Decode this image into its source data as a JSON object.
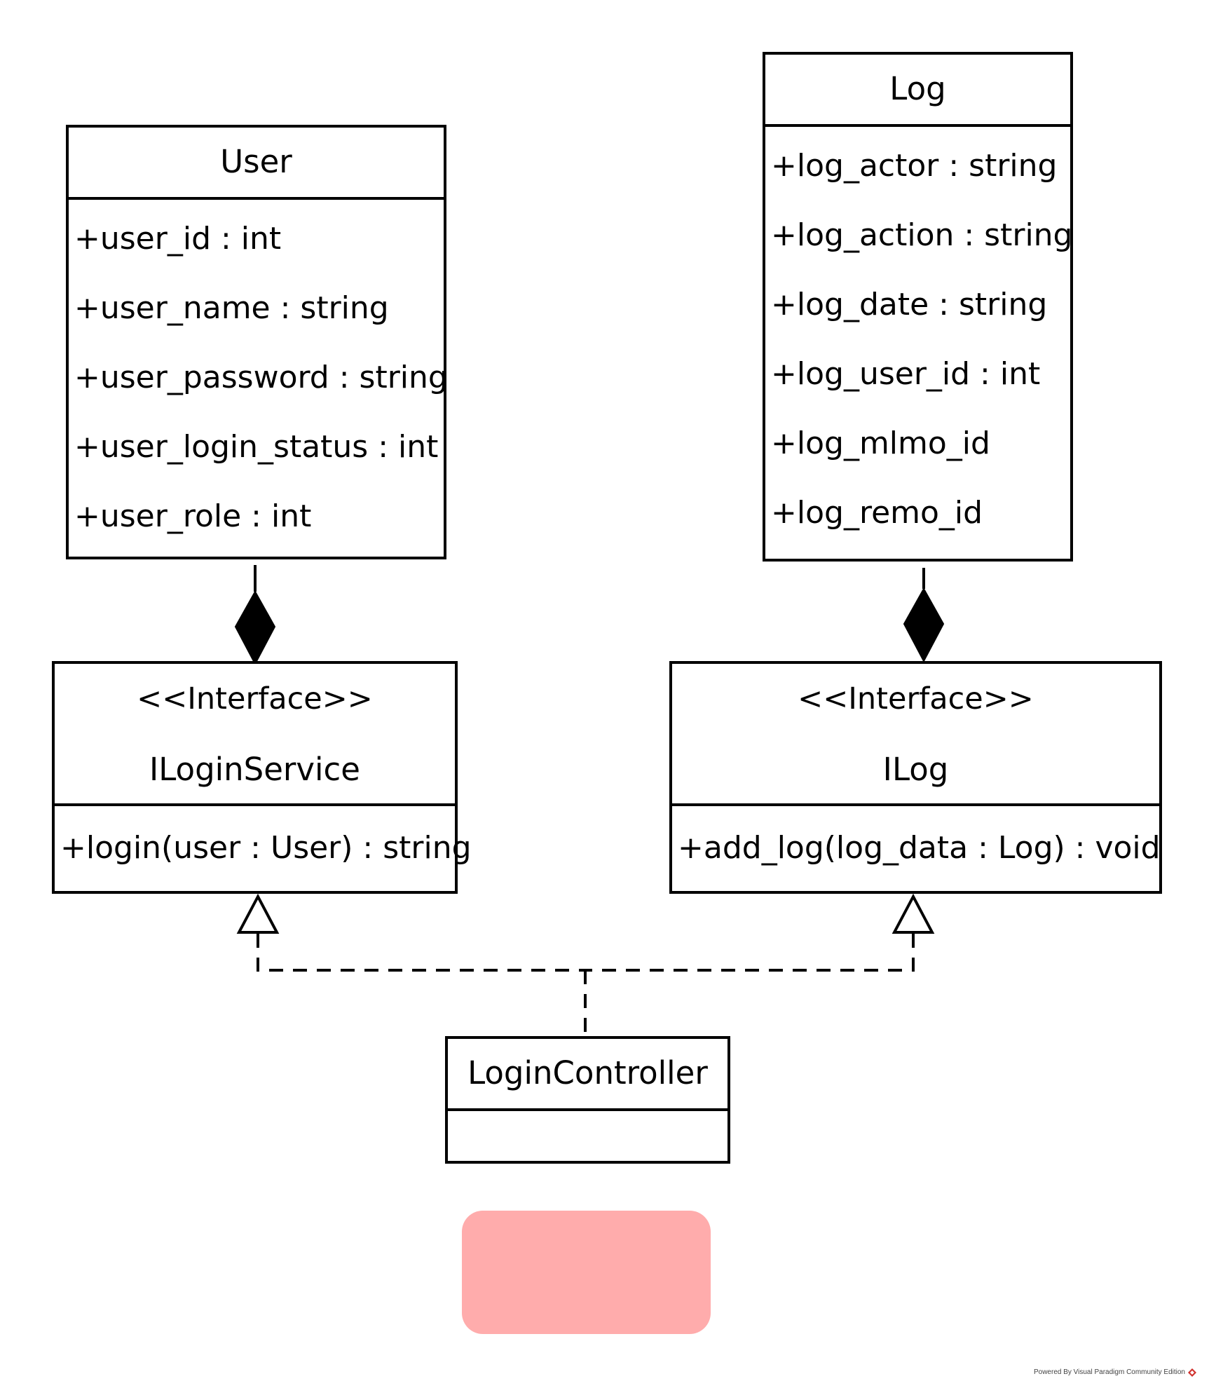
{
  "classes": {
    "user": {
      "name": "User",
      "attributes": [
        "+user_id : int",
        "+user_name : string",
        "+user_password : string",
        "+user_login_status : int",
        "+user_role : int"
      ]
    },
    "log": {
      "name": "Log",
      "attributes": [
        "+log_actor : string",
        "+log_action : string",
        "+log_date : string",
        "+log_user_id : int",
        "+log_mlmo_id",
        "+log_remo_id"
      ]
    },
    "login_controller": {
      "name": "LoginController"
    }
  },
  "interfaces": {
    "ilogin_service": {
      "stereotype": "<<Interface>>",
      "name": "ILoginService",
      "methods": [
        "+login(user : User) : string"
      ]
    },
    "ilog": {
      "stereotype": "<<Interface>>",
      "name": "ILog",
      "methods": [
        "+add_log(log_data : Log) : void"
      ]
    }
  },
  "relationships": [
    {
      "type": "composition",
      "from": "User",
      "to": "ILoginService"
    },
    {
      "type": "composition",
      "from": "Log",
      "to": "ILog"
    },
    {
      "type": "realization",
      "from": "LoginController",
      "to": "ILoginService"
    },
    {
      "type": "realization",
      "from": "LoginController",
      "to": "ILog"
    }
  ],
  "note": {
    "color": "#ffacac"
  },
  "footer": {
    "credit": "Powered By Visual Paradigm Community Edition"
  }
}
